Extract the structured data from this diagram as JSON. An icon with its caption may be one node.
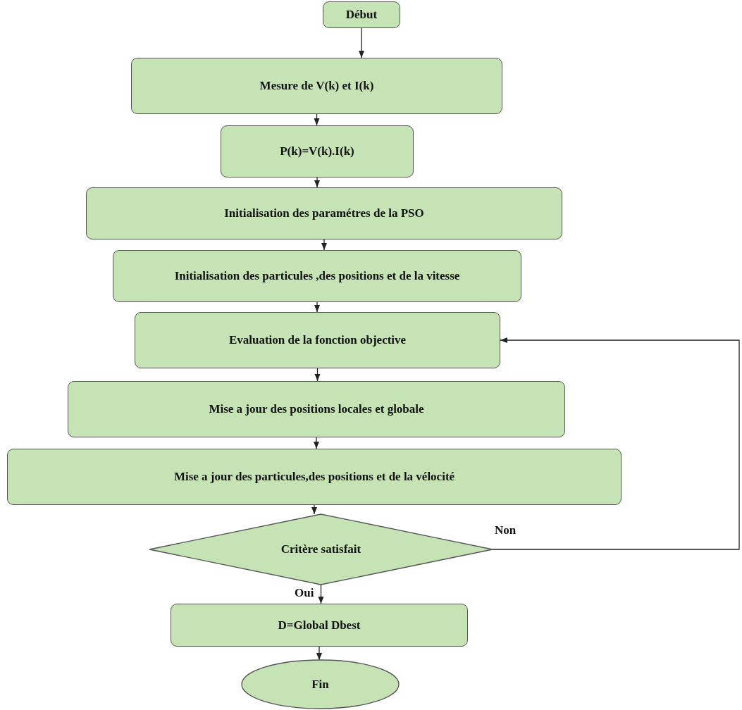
{
  "diagram": {
    "nodes": [
      {
        "text": [
          "Début"
        ]
      },
      {
        "text": [
          "Mesure de V(k) et I(k)"
        ]
      },
      {
        "text": [
          "P(k)=V(k).I(k)"
        ]
      },
      {
        "text": [
          "Initialisation des paramétres de la PSO"
        ]
      },
      {
        "text": [
          "Initialisation des particules ,des positions et de la vitesse"
        ]
      },
      {
        "text": [
          "Evaluation de la fonction objective"
        ]
      },
      {
        "text": [
          "Mise a jour des positions locales et globale"
        ]
      },
      {
        "text": [
          "Mise a jour des particules,des positions et de la vélocité"
        ]
      },
      {
        "text": [
          "Critère satisfait"
        ]
      },
      {
        "text": [
          "D=Global Dbest"
        ]
      },
      {
        "text": [
          "Fin"
        ]
      }
    ],
    "edges": [
      {
        "from": 0,
        "to": 1,
        "arrow": "to"
      },
      {
        "from": 1,
        "to": 2,
        "arrow": "to"
      },
      {
        "from": 2,
        "to": 3,
        "arrow": "to"
      },
      {
        "from": 3,
        "to": 4,
        "arrow": "to"
      },
      {
        "from": 4,
        "to": 5,
        "arrow": "to"
      },
      {
        "from": 5,
        "to": 6,
        "arrow": "to"
      },
      {
        "from": 6,
        "to": 7,
        "arrow": "to"
      },
      {
        "from": 7,
        "to": 8,
        "arrow": "to"
      },
      {
        "from": 8,
        "to": 9,
        "arrow": "to",
        "label": "Oui"
      },
      {
        "from": 9,
        "to": 10,
        "arrow": "to"
      },
      {
        "from": 8,
        "to": 5,
        "arrow": "to",
        "label": "Non"
      }
    ]
  }
}
